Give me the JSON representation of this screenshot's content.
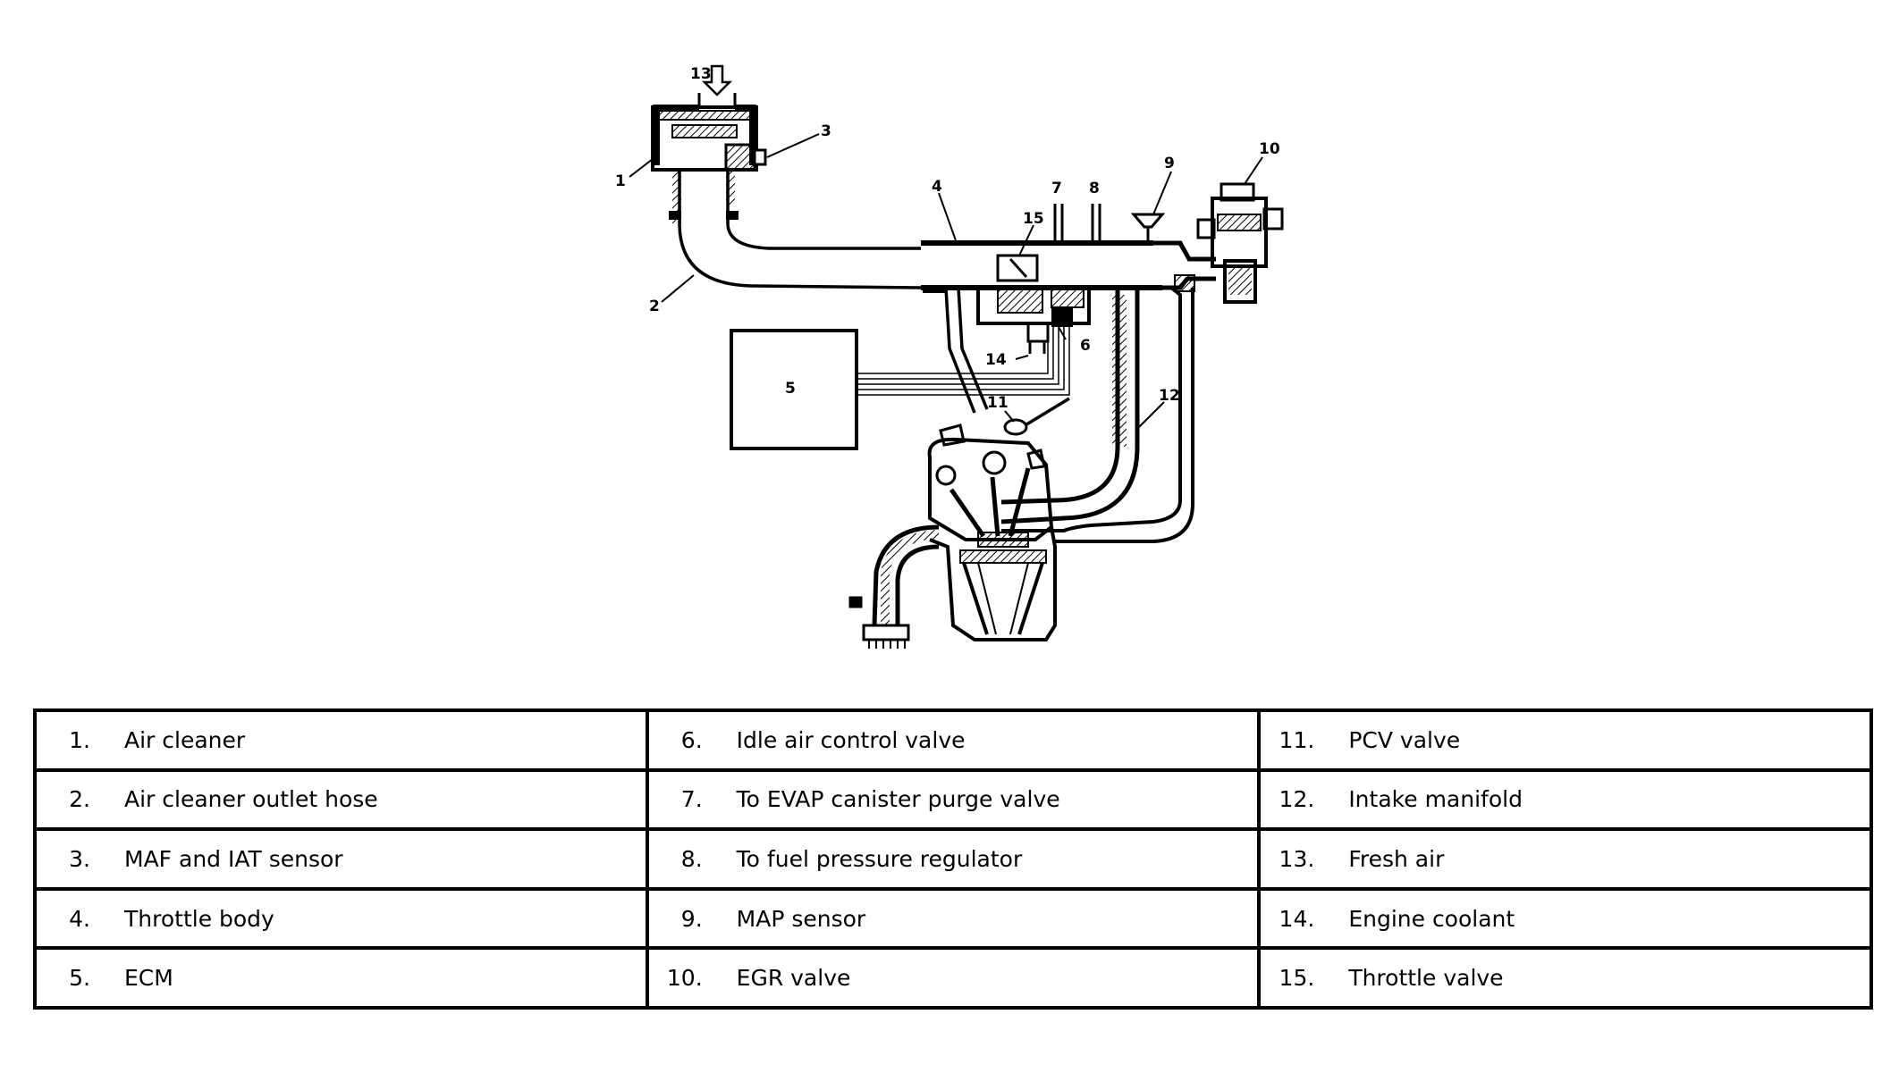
{
  "callouts": {
    "c1": "1",
    "c2": "2",
    "c3": "3",
    "c4": "4",
    "c5": "5",
    "c6": "6",
    "c7": "7",
    "c8": "8",
    "c9": "9",
    "c10": "10",
    "c11": "11",
    "c12": "12",
    "c13": "13",
    "c14": "14",
    "c15": "15"
  },
  "legend": [
    [
      {
        "num": "1.",
        "label": "Air cleaner"
      },
      {
        "num": "6.",
        "label": "Idle air control valve"
      },
      {
        "num": "11.",
        "label": "PCV valve"
      }
    ],
    [
      {
        "num": "2.",
        "label": "Air cleaner outlet hose"
      },
      {
        "num": "7.",
        "label": "To EVAP canister purge valve"
      },
      {
        "num": "12.",
        "label": "Intake manifold"
      }
    ],
    [
      {
        "num": "3.",
        "label": "MAF and IAT sensor"
      },
      {
        "num": "8.",
        "label": "To fuel pressure regulator"
      },
      {
        "num": "13.",
        "label": "Fresh air"
      }
    ],
    [
      {
        "num": "4.",
        "label": "Throttle body"
      },
      {
        "num": "9.",
        "label": "MAP sensor"
      },
      {
        "num": "14.",
        "label": "Engine coolant"
      }
    ],
    [
      {
        "num": "5.",
        "label": "ECM"
      },
      {
        "num": "10.",
        "label": "EGR valve"
      },
      {
        "num": "15.",
        "label": "Throttle valve"
      }
    ]
  ]
}
